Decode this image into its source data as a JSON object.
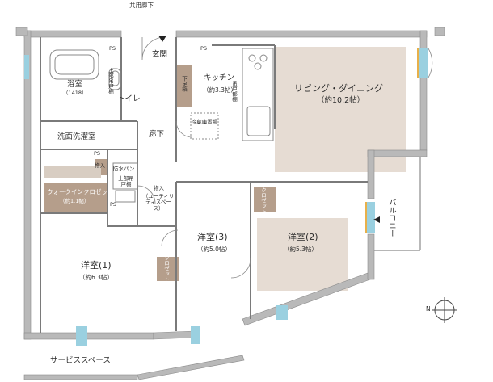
{
  "labels": {
    "common_corridor": "共用廊下",
    "entrance": "玄関",
    "ps_a": "PS",
    "ps_b": "PS",
    "ps_c": "PS",
    "ps_d": "PS",
    "bath_name": "浴室",
    "bath_size": "（1418）",
    "upper_shelf_bath": "上部吊戸棚",
    "toilet": "トイレ",
    "shoe_box": "下足箱",
    "kitchen_name": "キッチン",
    "kitchen_size": "（約3.3帖）",
    "upper_shelf_kitchen": "吊戸部棚",
    "fridge": "冷蔵庫置場",
    "living_name": "リビング・ダイニング",
    "living_size": "（約10.2帖）",
    "hallway": "廊下",
    "laundry": "洗面洗濯室",
    "storage_small": "物入",
    "waterproof_pan": "防水パン",
    "upper_shelf_laundry": "上部吊戸棚",
    "walkin_name": "ウォークインクロゼット",
    "walkin_size": "（約1.1帖）",
    "utility_storage_name": "物入",
    "utility_storage_sub": "（ユーティリティスペース）",
    "room1_name": "洋室(1)",
    "room1_size": "（約6.3帖）",
    "room3_name": "洋室(3)",
    "room3_size": "（約5.0帖）",
    "room2_name": "洋室(2)",
    "room2_size": "（約5.3帖）",
    "closet_a": "クロゼット",
    "closet_b": "クロゼット",
    "balcony": "バルコニー",
    "service_space": "サービススペース",
    "north_mark": "N"
  },
  "colors": {
    "wall": "#b9b9b9",
    "wall_edge": "#8a8a8a",
    "floor_tint": "#e6dcd3",
    "storage_tint": "#b59e8b",
    "window": "#9ad0e0",
    "window_accent": "#e8b04a"
  }
}
